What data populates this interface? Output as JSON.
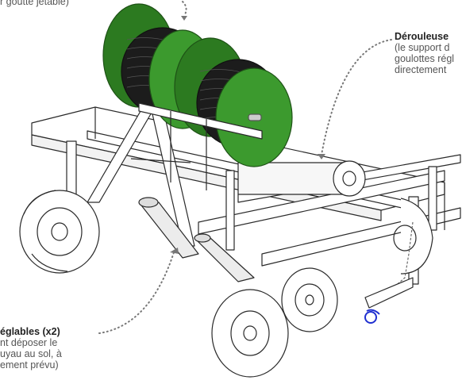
{
  "labels": {
    "top": {
      "lines": [
        "r goutte jetable)"
      ]
    },
    "right": {
      "title": "Dérouleuse",
      "lines": [
        "(le support d",
        "goulottes régl",
        "directement"
      ]
    },
    "left": {
      "title": "églables (x2)",
      "lines": [
        "nt déposer le",
        "uyau au sol, à",
        "ement prévu)"
      ]
    }
  },
  "colors": {
    "reel_green": "#3c9a2e",
    "reel_green_dark": "#2c7a20",
    "hose_black": "#1c1c1c",
    "frame_line": "#2a2a2a",
    "leader_dots": "#777777",
    "chain_blue": "#1f2fd0"
  }
}
